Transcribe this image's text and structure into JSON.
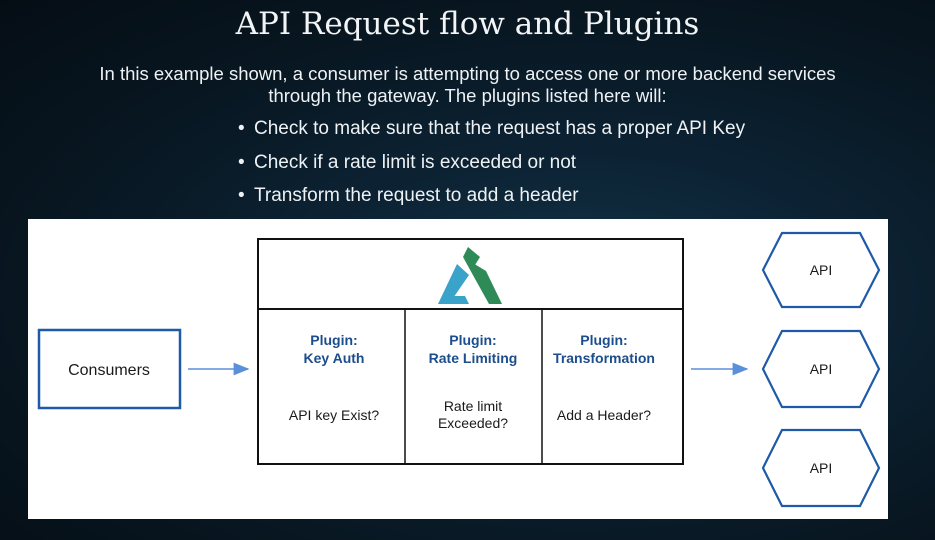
{
  "title": "API Request flow and Plugins",
  "intro": {
    "line1": "In this example shown, a consumer is attempting to access one or more backend services",
    "line2": "through the gateway. The plugins listed here will:"
  },
  "bullets": [
    "Check to make sure that the request has a proper API Key",
    "Check if a rate limit is exceeded or not",
    "Transform the request to add a header"
  ],
  "diagram": {
    "consumers_label": "Consumers",
    "plugins": [
      {
        "title": "Plugin:",
        "name": "Key Auth",
        "check_lines": [
          "API key Exist?"
        ]
      },
      {
        "title": "Plugin:",
        "name": "Rate Limiting",
        "check_lines": [
          "Rate limit",
          "Exceeded?"
        ]
      },
      {
        "title": "Plugin:",
        "name": "Transformation",
        "check_lines": [
          "Add a Header?"
        ]
      }
    ],
    "apis": [
      "API",
      "API",
      "API"
    ],
    "gateway_logo": "kong-gorilla-logo-icon"
  },
  "colors": {
    "box_blue": "#1f5aa8",
    "plugin_text_blue": "#1c4d8c",
    "arrow_blue": "#5b8fd9",
    "logo_green": "#2e8b57",
    "logo_teal": "#3aa3c9"
  }
}
